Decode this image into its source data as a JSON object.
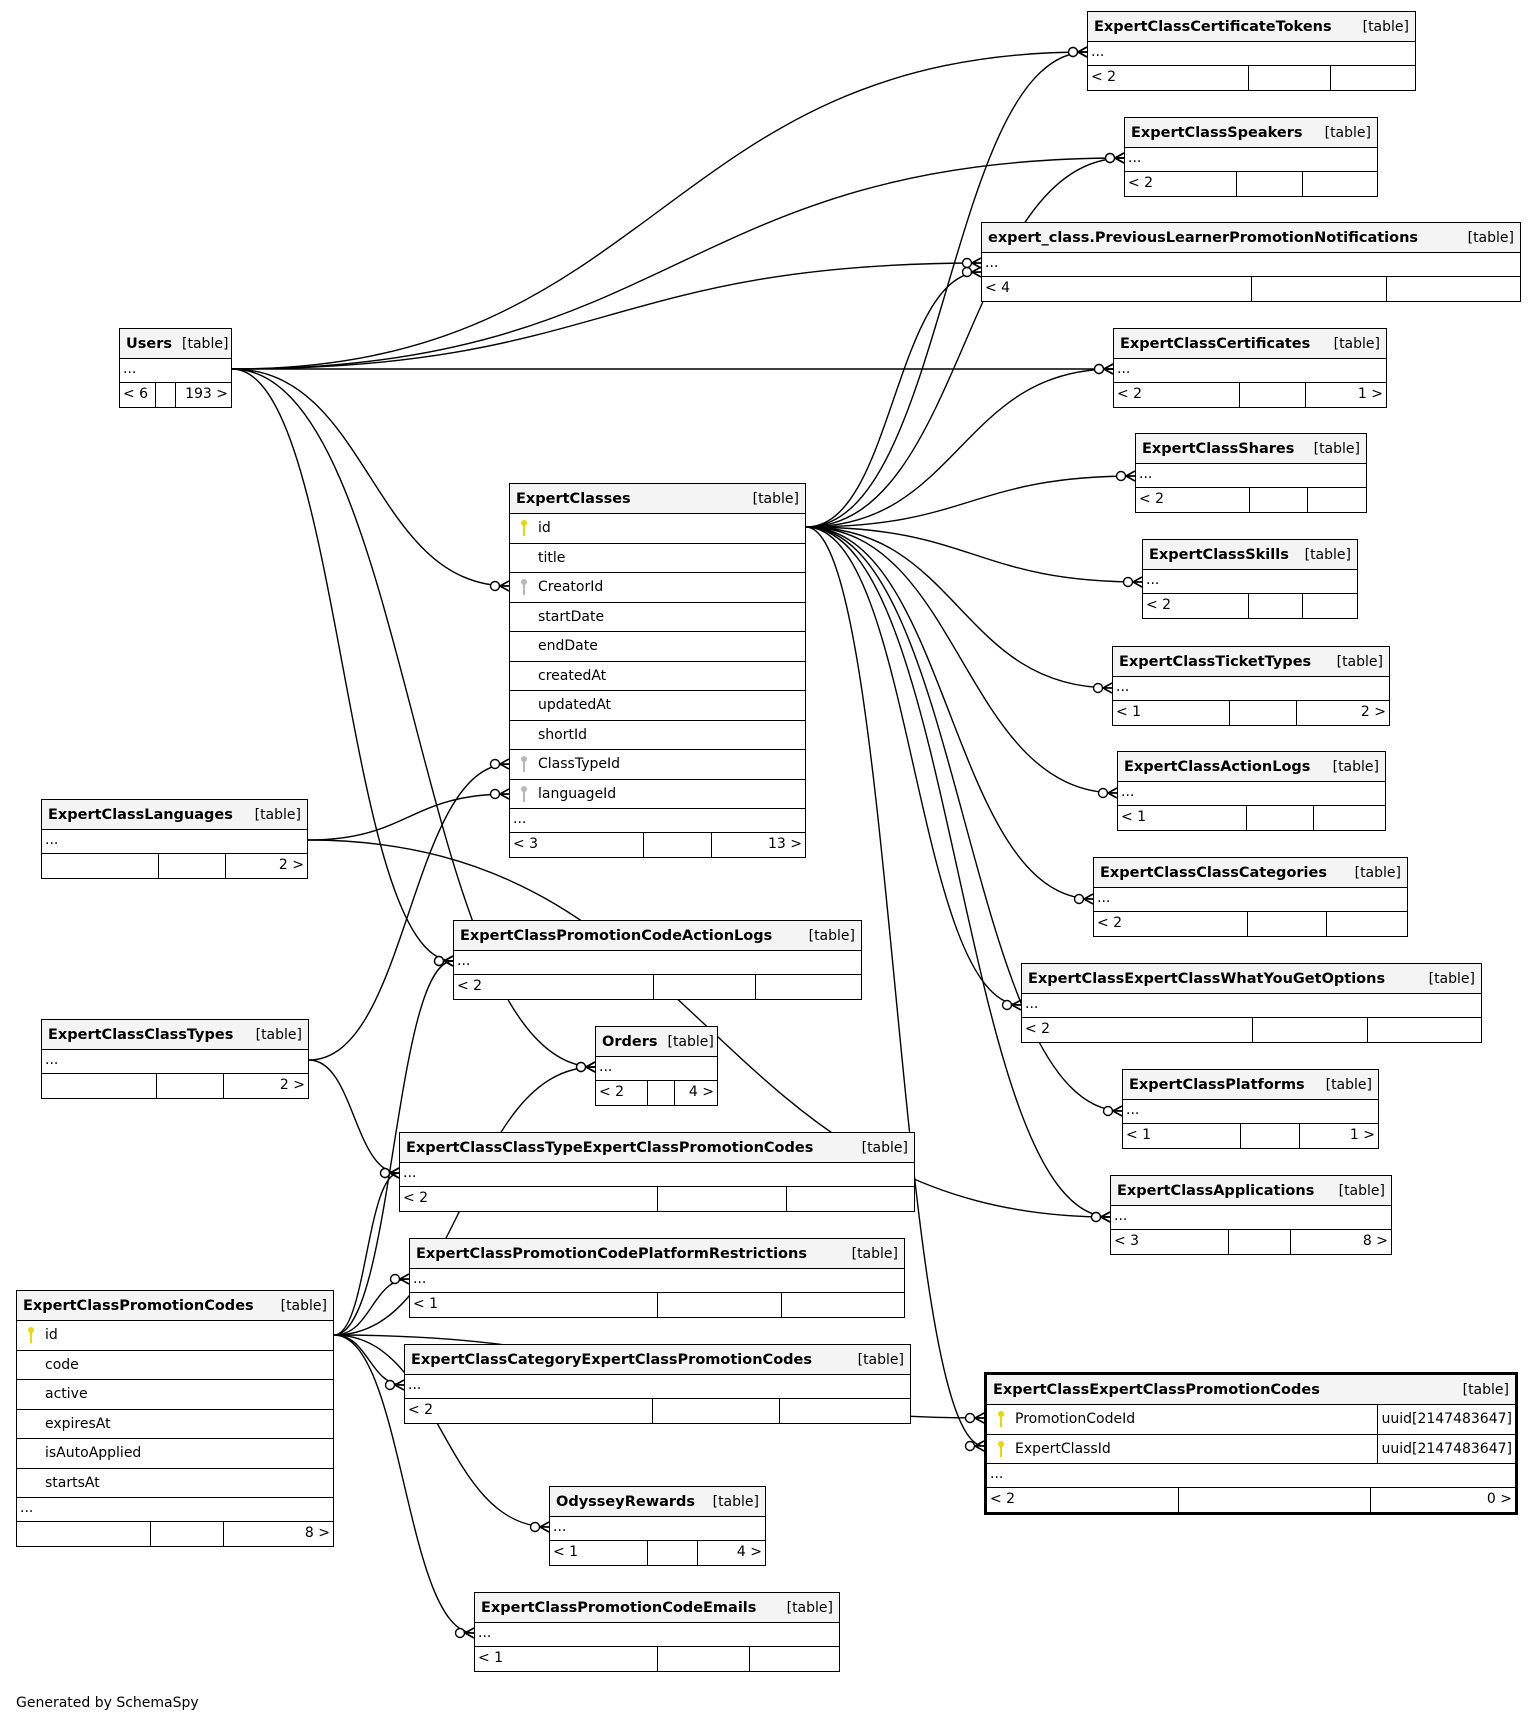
{
  "diagram": {
    "footer": "Generated by SchemaSpy",
    "type_label": "[table]",
    "tables": [
      {
        "id": "certtokens",
        "name": "ExpertClassCertificateTokens",
        "columns": [],
        "footer": [
          "< 2",
          "",
          ""
        ]
      },
      {
        "id": "speakers",
        "name": "ExpertClassSpeakers",
        "columns": [],
        "footer": [
          "< 2",
          "",
          ""
        ]
      },
      {
        "id": "prevlearner",
        "name": "expert_class.PreviousLearnerPromotionNotifications",
        "columns": [],
        "footer": [
          "< 4",
          "",
          ""
        ]
      },
      {
        "id": "users",
        "name": "Users",
        "columns": [],
        "footer": [
          "< 6",
          "",
          "193 >"
        ]
      },
      {
        "id": "certificates",
        "name": "ExpertClassCertificates",
        "columns": [],
        "footer": [
          "< 2",
          "",
          "1 >"
        ]
      },
      {
        "id": "shares",
        "name": "ExpertClassShares",
        "columns": [],
        "footer": [
          "< 2",
          "",
          ""
        ]
      },
      {
        "id": "expertclasses",
        "name": "ExpertClasses",
        "columns": [
          {
            "name": "id",
            "key": "pk"
          },
          {
            "name": "title",
            "key": ""
          },
          {
            "name": "CreatorId",
            "key": "fk"
          },
          {
            "name": "startDate",
            "key": ""
          },
          {
            "name": "endDate",
            "key": ""
          },
          {
            "name": "createdAt",
            "key": ""
          },
          {
            "name": "updatedAt",
            "key": ""
          },
          {
            "name": "shortId",
            "key": ""
          },
          {
            "name": "ClassTypeId",
            "key": "fk"
          },
          {
            "name": "languageId",
            "key": "fk"
          }
        ],
        "footer": [
          "< 3",
          "",
          "13 >"
        ]
      },
      {
        "id": "skills",
        "name": "ExpertClassSkills",
        "columns": [],
        "footer": [
          "< 2",
          "",
          ""
        ]
      },
      {
        "id": "tickettypes",
        "name": "ExpertClassTicketTypes",
        "columns": [],
        "footer": [
          "< 1",
          "",
          "2 >"
        ]
      },
      {
        "id": "actionlogs",
        "name": "ExpertClassActionLogs",
        "columns": [],
        "footer": [
          "< 1",
          "",
          ""
        ]
      },
      {
        "id": "languages",
        "name": "ExpertClassLanguages",
        "columns": [],
        "footer": [
          "",
          "",
          "2 >"
        ]
      },
      {
        "id": "classcategories",
        "name": "ExpertClassClassCategories",
        "columns": [],
        "footer": [
          "< 2",
          "",
          ""
        ]
      },
      {
        "id": "promoactionlogs",
        "name": "ExpertClassPromotionCodeActionLogs",
        "columns": [],
        "footer": [
          "< 2",
          "",
          ""
        ]
      },
      {
        "id": "whatyouget",
        "name": "ExpertClassExpertClassWhatYouGetOptions",
        "columns": [],
        "footer": [
          "< 2",
          "",
          ""
        ]
      },
      {
        "id": "classtypes",
        "name": "ExpertClassClassTypes",
        "columns": [],
        "footer": [
          "",
          "",
          "2 >"
        ]
      },
      {
        "id": "orders",
        "name": "Orders",
        "columns": [],
        "footer": [
          "< 2",
          "",
          "4 >"
        ]
      },
      {
        "id": "platforms",
        "name": "ExpertClassPlatforms",
        "columns": [],
        "footer": [
          "< 1",
          "",
          "1 >"
        ]
      },
      {
        "id": "classtypepromo",
        "name": "ExpertClassClassTypeExpertClassPromotionCodes",
        "columns": [],
        "footer": [
          "< 2",
          "",
          ""
        ]
      },
      {
        "id": "applications",
        "name": "ExpertClassApplications",
        "columns": [],
        "footer": [
          "< 3",
          "",
          "8 >"
        ]
      },
      {
        "id": "platformrestr",
        "name": "ExpertClassPromotionCodePlatformRestrictions",
        "columns": [],
        "footer": [
          "< 1",
          "",
          ""
        ]
      },
      {
        "id": "promocodes",
        "name": "ExpertClassPromotionCodes",
        "columns": [
          {
            "name": "id",
            "key": "pk"
          },
          {
            "name": "code",
            "key": ""
          },
          {
            "name": "active",
            "key": ""
          },
          {
            "name": "expiresAt",
            "key": ""
          },
          {
            "name": "isAutoApplied",
            "key": ""
          },
          {
            "name": "startsAt",
            "key": ""
          }
        ],
        "footer": [
          "",
          "",
          "8 >"
        ]
      },
      {
        "id": "categorypromo",
        "name": "ExpertClassCategoryExpertClassPromotionCodes",
        "columns": [],
        "footer": [
          "< 2",
          "",
          ""
        ]
      },
      {
        "id": "ecpromocodes",
        "name": "ExpertClassExpertClassPromotionCodes",
        "focus": true,
        "columns": [
          {
            "name": "PromotionCodeId",
            "key": "pk",
            "type": "uuid[2147483647]"
          },
          {
            "name": "ExpertClassId",
            "key": "pk",
            "type": "uuid[2147483647]"
          }
        ],
        "footer": [
          "< 2",
          "",
          "0 >"
        ]
      },
      {
        "id": "odyssey",
        "name": "OdysseyRewards",
        "columns": [],
        "footer": [
          "< 1",
          "",
          "4 >"
        ]
      },
      {
        "id": "promoemails",
        "name": "ExpertClassPromotionCodeEmails",
        "columns": [],
        "footer": [
          "< 1",
          "",
          ""
        ]
      }
    ],
    "ellipsis": "..."
  }
}
